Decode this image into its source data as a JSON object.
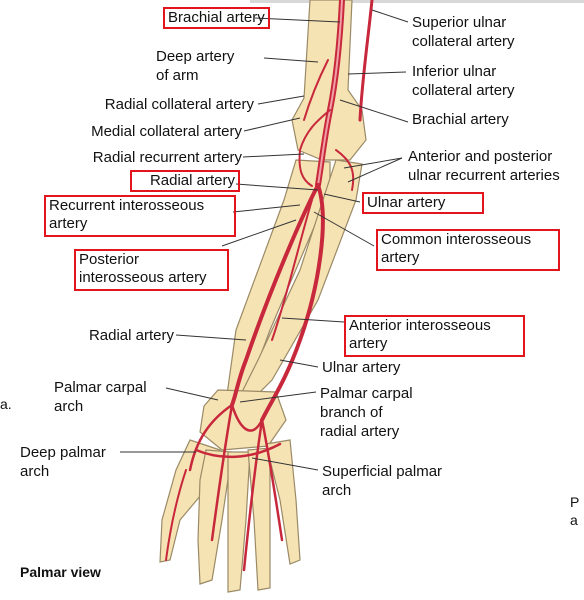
{
  "view_title": "Palmar view",
  "fragments": {
    "left": "a.",
    "right_1": "P",
    "right_2": "a"
  },
  "labels": {
    "brachial_top": "Brachial artery",
    "deep_artery_1": "Deep artery",
    "deep_artery_2": "of arm",
    "radial_collateral": "Radial collateral artery",
    "medial_collateral": "Medial collateral artery",
    "radial_recurrent": "Radial recurrent artery",
    "radial_mid": "Radial artery",
    "recurrent_interosseous_1": "Recurrent interosseous",
    "recurrent_interosseous_2": "artery",
    "posterior_interosseous_1": "Posterior",
    "posterior_interosseous_2": "interosseous artery",
    "radial_low": "Radial artery",
    "palmar_carpal_arch_1": "Palmar carpal",
    "palmar_carpal_arch_2": "arch",
    "deep_palmar_arch_1": "Deep palmar",
    "deep_palmar_arch_2": "arch",
    "superior_ulnar_1": "Superior ulnar",
    "superior_ulnar_2": "collateral artery",
    "inferior_ulnar_1": "Inferior ulnar",
    "inferior_ulnar_2": "collateral artery",
    "brachial_right": "Brachial artery",
    "ulnar_recurrent_1": "Anterior and posterior",
    "ulnar_recurrent_2": "ulnar recurrent arteries",
    "ulnar_top": "Ulnar artery",
    "common_interosseous_1": "Common interosseous",
    "common_interosseous_2": "artery",
    "anterior_interosseous_1": "Anterior interosseous",
    "anterior_interosseous_2": "artery",
    "ulnar_low": "Ulnar artery",
    "palmar_carpal_branch_1": "Palmar carpal",
    "palmar_carpal_branch_2": "branch of",
    "palmar_carpal_branch_3": "radial artery",
    "superficial_palmar_1": "Superficial palmar",
    "superficial_palmar_2": "arch"
  },
  "colors": {
    "bone": "#f6e3b4",
    "bone_outline": "#9a8a66",
    "artery": "#c8283c",
    "highlight_box": "#e3151c"
  }
}
